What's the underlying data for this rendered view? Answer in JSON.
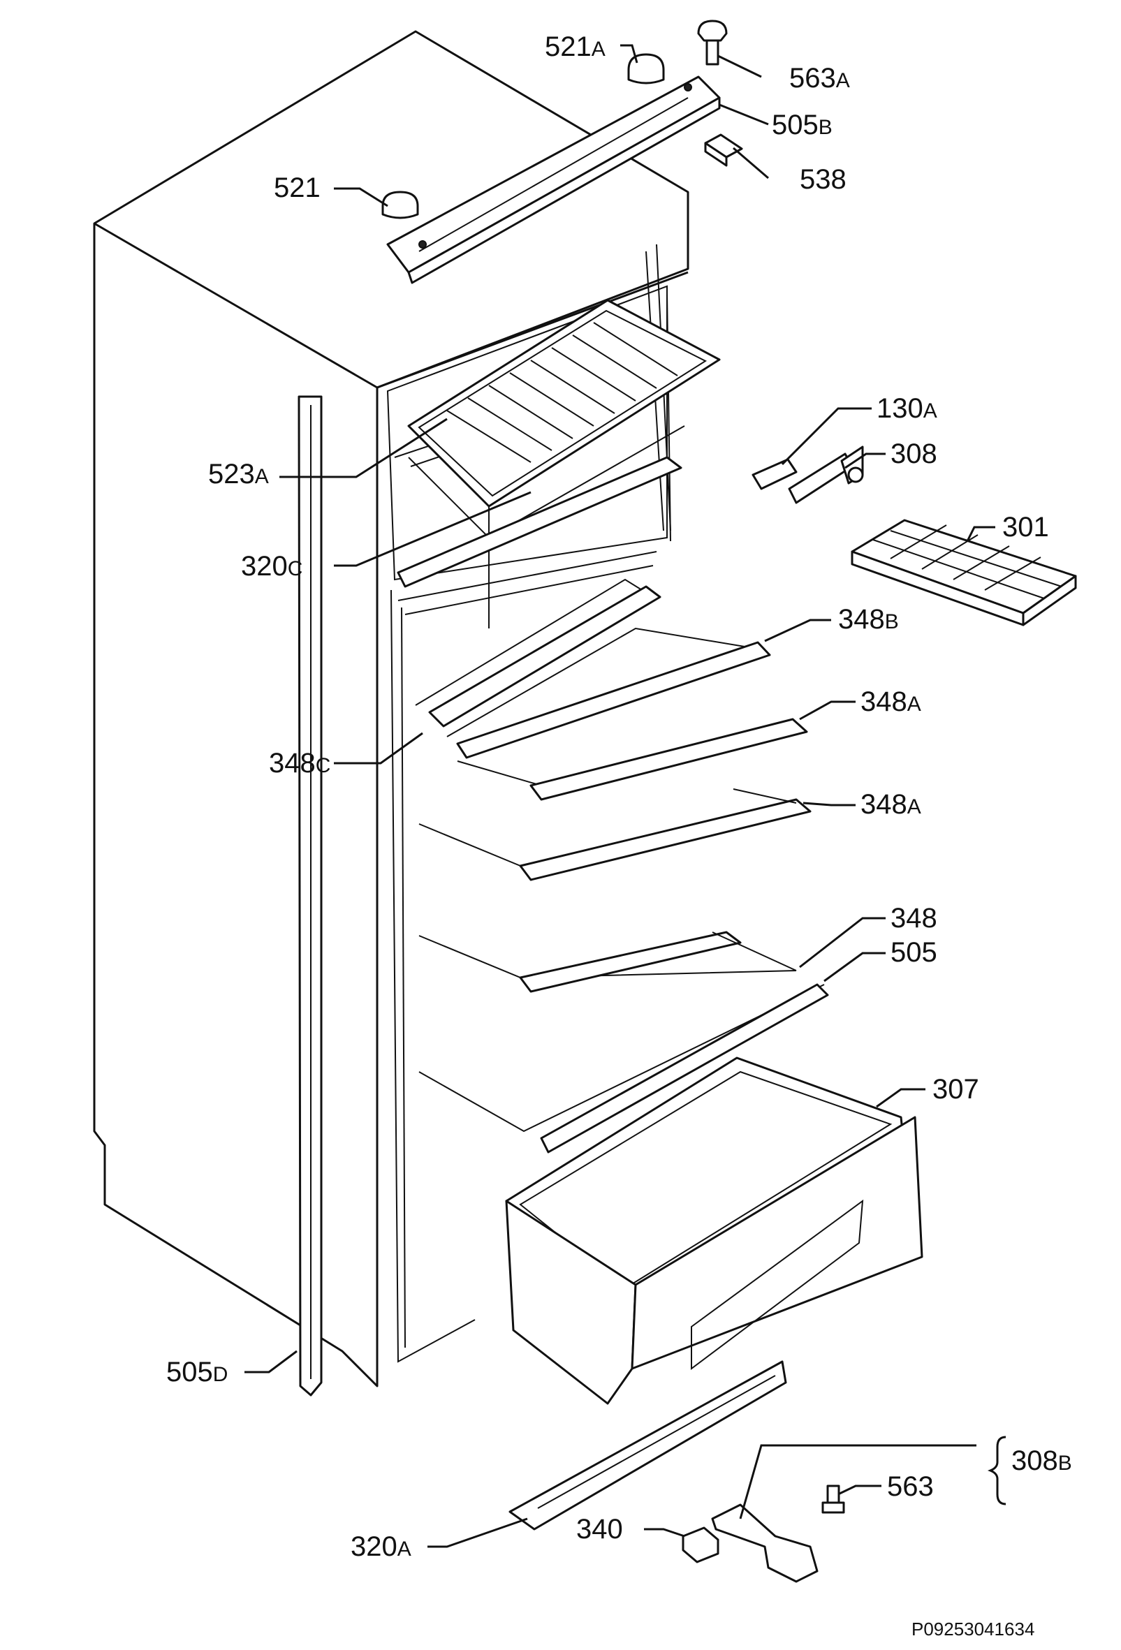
{
  "document": {
    "drawing_code": "P09253041634"
  },
  "labels": {
    "p521A": {
      "num": "521",
      "suf": "A"
    },
    "p563A": {
      "num": "563",
      "suf": "A"
    },
    "p505B": {
      "num": "505",
      "suf": "B"
    },
    "p538": {
      "num": "538",
      "suf": ""
    },
    "p521": {
      "num": "521",
      "suf": ""
    },
    "p523A": {
      "num": "523",
      "suf": "A"
    },
    "p130A": {
      "num": "130",
      "suf": "A"
    },
    "p308": {
      "num": "308",
      "suf": ""
    },
    "p301": {
      "num": "301",
      "suf": ""
    },
    "p320C": {
      "num": "320",
      "suf": "C"
    },
    "p348B": {
      "num": "348",
      "suf": "B"
    },
    "p348A_1": {
      "num": "348",
      "suf": "A"
    },
    "p348C": {
      "num": "348",
      "suf": "C"
    },
    "p348A_2": {
      "num": "348",
      "suf": "A"
    },
    "p348": {
      "num": "348",
      "suf": ""
    },
    "p505": {
      "num": "505",
      "suf": ""
    },
    "p307": {
      "num": "307",
      "suf": ""
    },
    "p505D": {
      "num": "505",
      "suf": "D"
    },
    "p308B": {
      "num": "308",
      "suf": "B"
    },
    "p563": {
      "num": "563",
      "suf": ""
    },
    "p340": {
      "num": "340",
      "suf": ""
    },
    "p320A": {
      "num": "320",
      "suf": "A"
    }
  }
}
